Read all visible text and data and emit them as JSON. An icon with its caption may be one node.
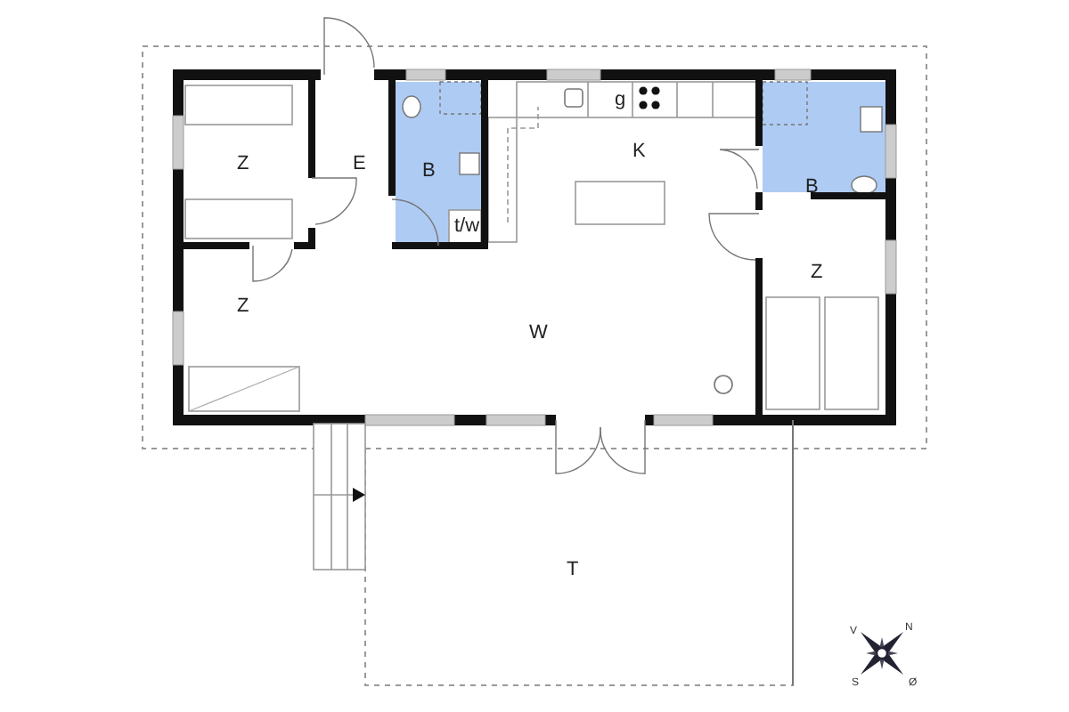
{
  "diagram": {
    "labels": [
      "g",
      "K",
      "Z",
      "E",
      "B",
      "B",
      "t/w",
      "Z",
      "Z",
      "W",
      "T",
      "V",
      "N",
      "S",
      "Ø"
    ]
  }
}
